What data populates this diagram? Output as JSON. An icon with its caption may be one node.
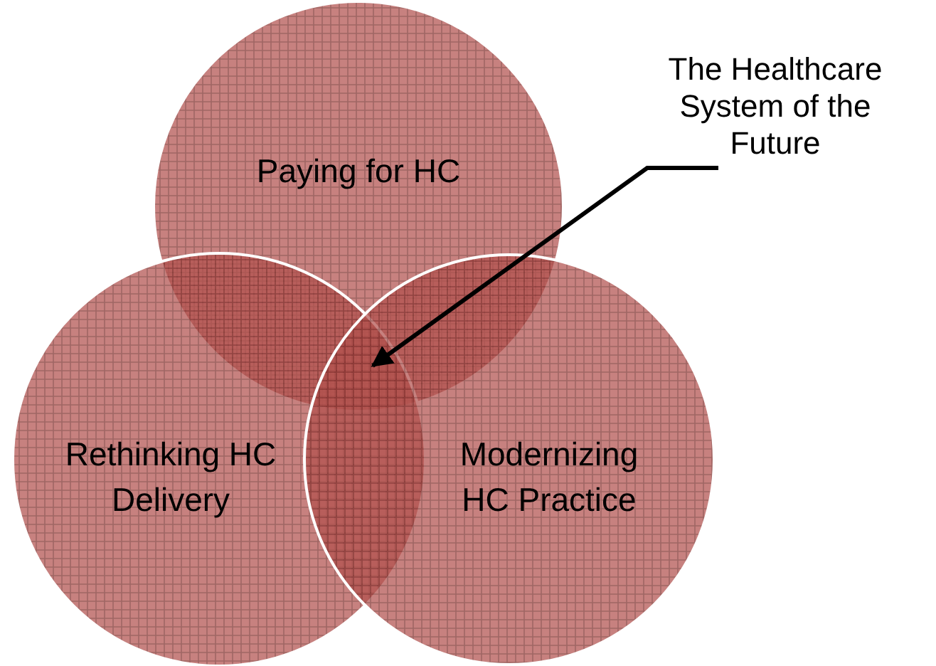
{
  "diagram": {
    "nodes": [
      {
        "text": [
          "Paying for HC"
        ]
      },
      {
        "text": [
          "Rethinking HC Delivery"
        ]
      },
      {
        "text": [
          "Modernizing HC Practice"
        ]
      },
      {
        "text": [
          "The Healthcare System of the Future"
        ]
      }
    ],
    "edges": [
      {
        "from": 3,
        "to": 0,
        "arrow": "to"
      }
    ]
  }
}
